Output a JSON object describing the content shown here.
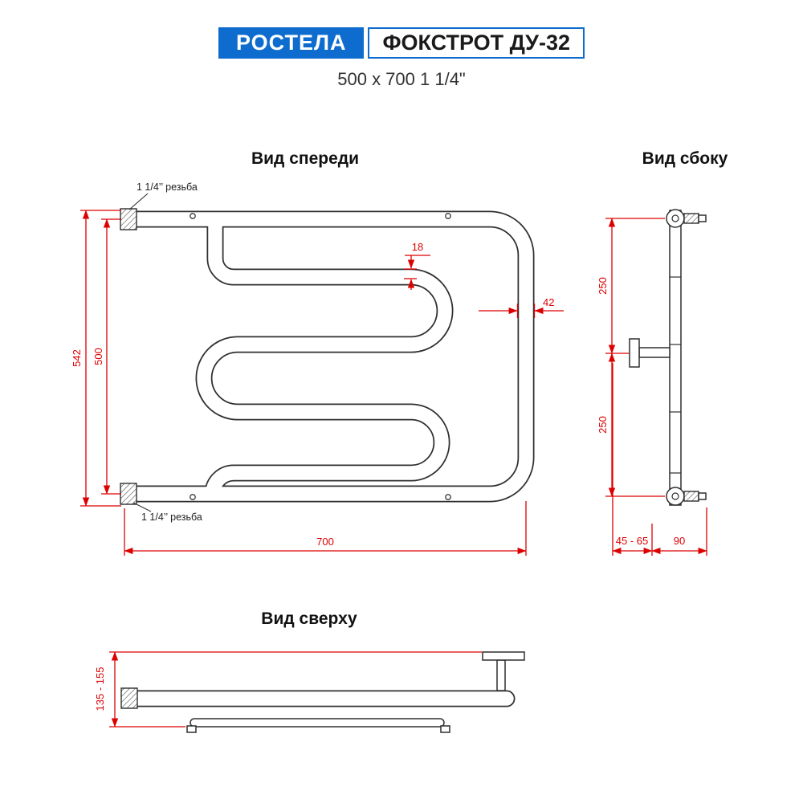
{
  "header": {
    "brand": "РОСТЕЛА",
    "model": "ФОКСТРОТ ДУ-32",
    "size": "500 x 700 1 1/4\""
  },
  "views": {
    "front": {
      "title": "Вид спереди"
    },
    "side": {
      "title": "Вид сбоку"
    },
    "top": {
      "title": "Вид сверху"
    }
  },
  "dims": {
    "front": {
      "height_outer": "542",
      "height_inner": "500",
      "width": "700",
      "gap": "18",
      "diameter": "42",
      "thread_top": "1 1/4’’ резьба",
      "thread_bottom": "1 1/4’’ резьба"
    },
    "side": {
      "upper": "250",
      "lower": "250",
      "wall_offset": "45 - 65",
      "depth": "90"
    },
    "top": {
      "height_range": "135 - 155"
    }
  },
  "colors": {
    "accent_blue": "#0d6cce",
    "dimension_red": "#dd0000",
    "line_dark": "#2f2f2f"
  }
}
